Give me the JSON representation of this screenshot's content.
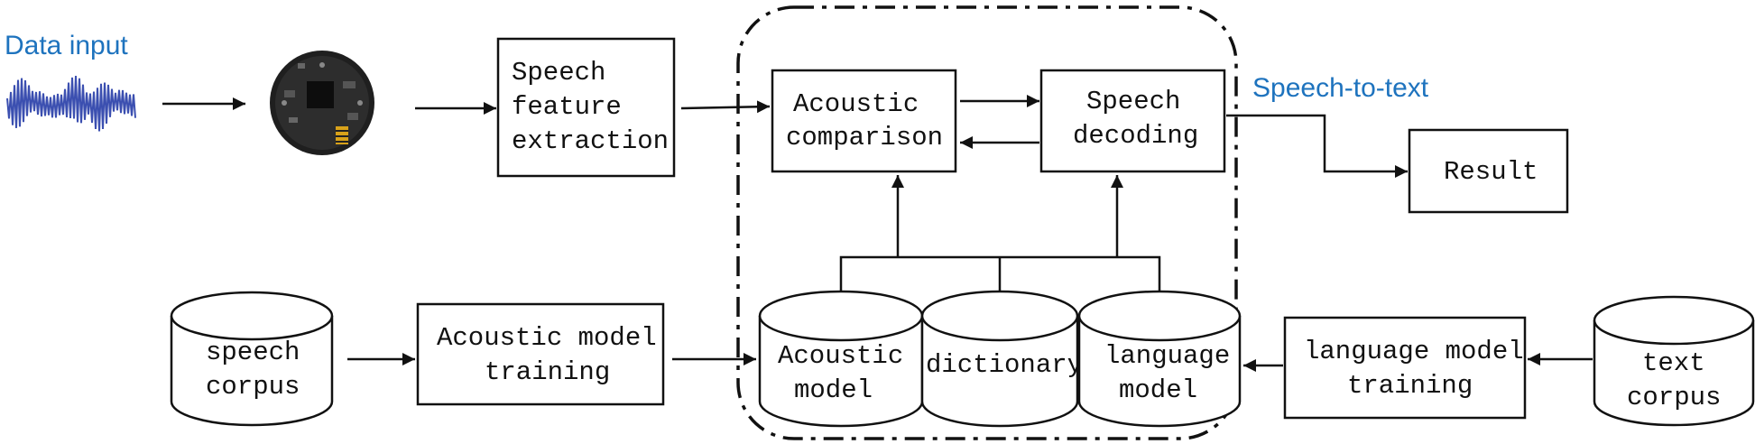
{
  "labels": {
    "data_input": "Data input",
    "speech_to_text": "Speech-to-text",
    "speech_feature_1": "Speech",
    "speech_feature_2": "feature",
    "speech_feature_3": "extraction",
    "acoustic_comparison_1": "Acoustic",
    "acoustic_comparison_2": "comparison",
    "speech_decoding_1": "Speech",
    "speech_decoding_2": "decoding",
    "result": "Result",
    "speech_corpus_1": "speech",
    "speech_corpus_2": "corpus",
    "acoustic_training_1": "Acoustic model",
    "acoustic_training_2": "training",
    "acoustic_model_1": "Acoustic",
    "acoustic_model_2": "model",
    "dictionary": "dictionary",
    "language_model_1": "language",
    "language_model_2": "model",
    "language_training_1": "language model",
    "language_training_2": "training",
    "text_corpus_1": "text",
    "text_corpus_2": "corpus"
  },
  "colors": {
    "accent_text": "#1e73be",
    "waveform": "#3b4fb0",
    "line": "#111111"
  },
  "icons": {
    "waveform": "audio-waveform-icon",
    "device": "circuit-board-device-icon"
  }
}
